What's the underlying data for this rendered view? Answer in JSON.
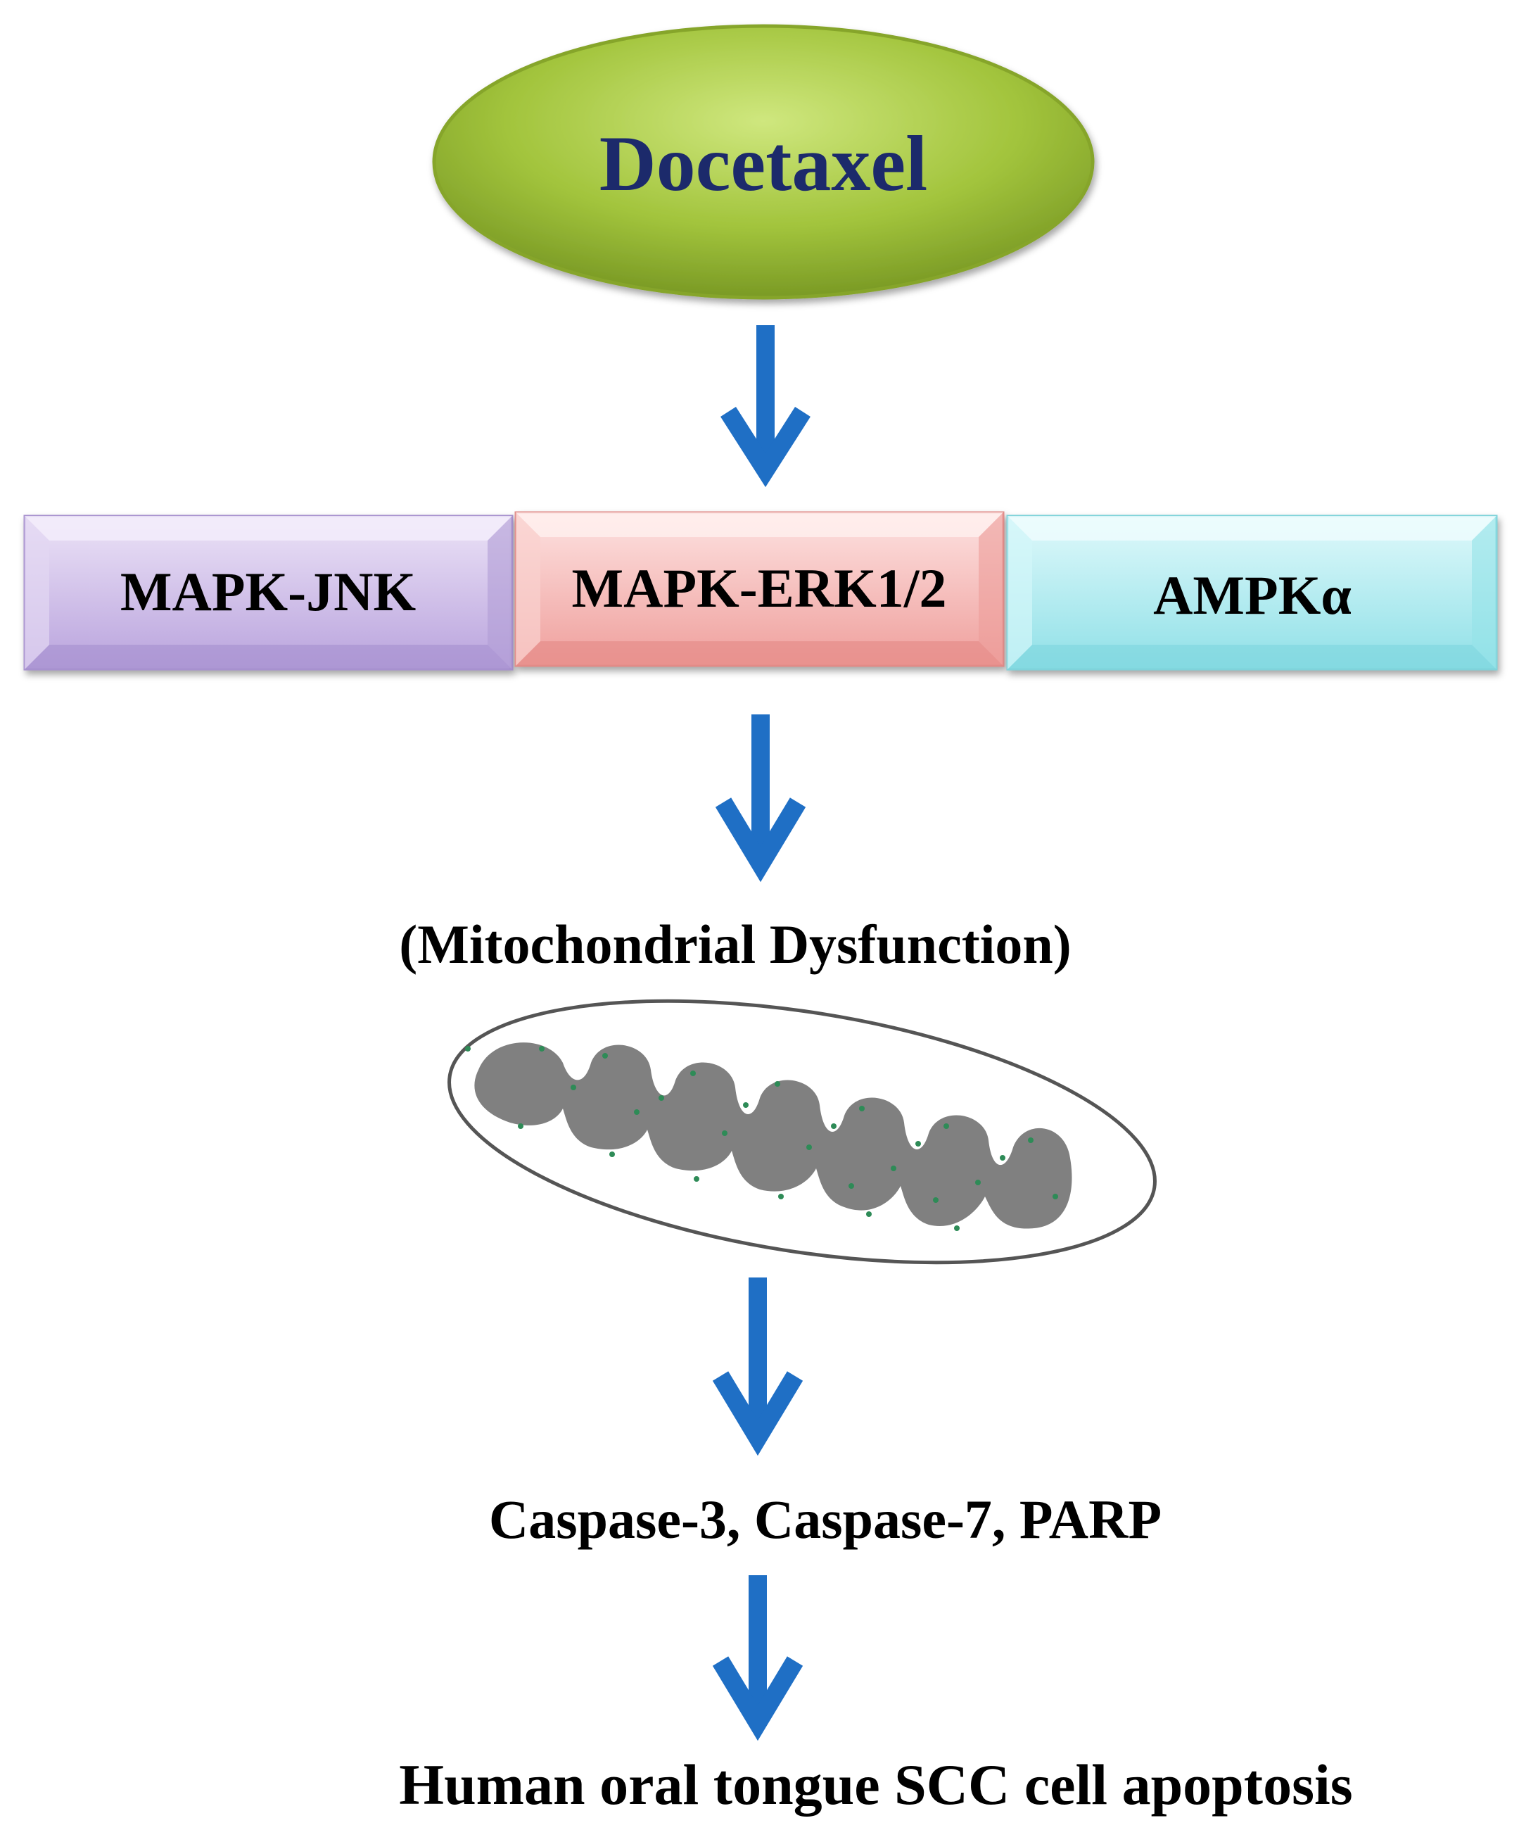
{
  "drug": {
    "label": "Docetaxel"
  },
  "pathways": [
    {
      "label": "MAPK-JNK"
    },
    {
      "label": "MAPK-ERK1/2"
    },
    {
      "label": "AMPKα"
    }
  ],
  "mitochondria": {
    "label": "(Mitochondrial Dysfunction)"
  },
  "caspases": {
    "label": "Caspase-3, Caspase-7, PARP"
  },
  "outcome": {
    "label": "Human oral tongue SCC cell apoptosis"
  },
  "colors": {
    "drug_fill": "#a2c43c",
    "drug_text": "#1c2a6b",
    "jnk_fill": "#cdbde6",
    "erk_fill": "#f3b7b5",
    "ampk_fill": "#b4ecf0",
    "arrow": "#1f6fc5",
    "mitochondria_matrix": "#808080",
    "mitochondria_dots": "#2e8b57"
  },
  "icons": {
    "arrow": "arrow-down-icon",
    "mitochondrion": "mitochondrion-icon"
  }
}
